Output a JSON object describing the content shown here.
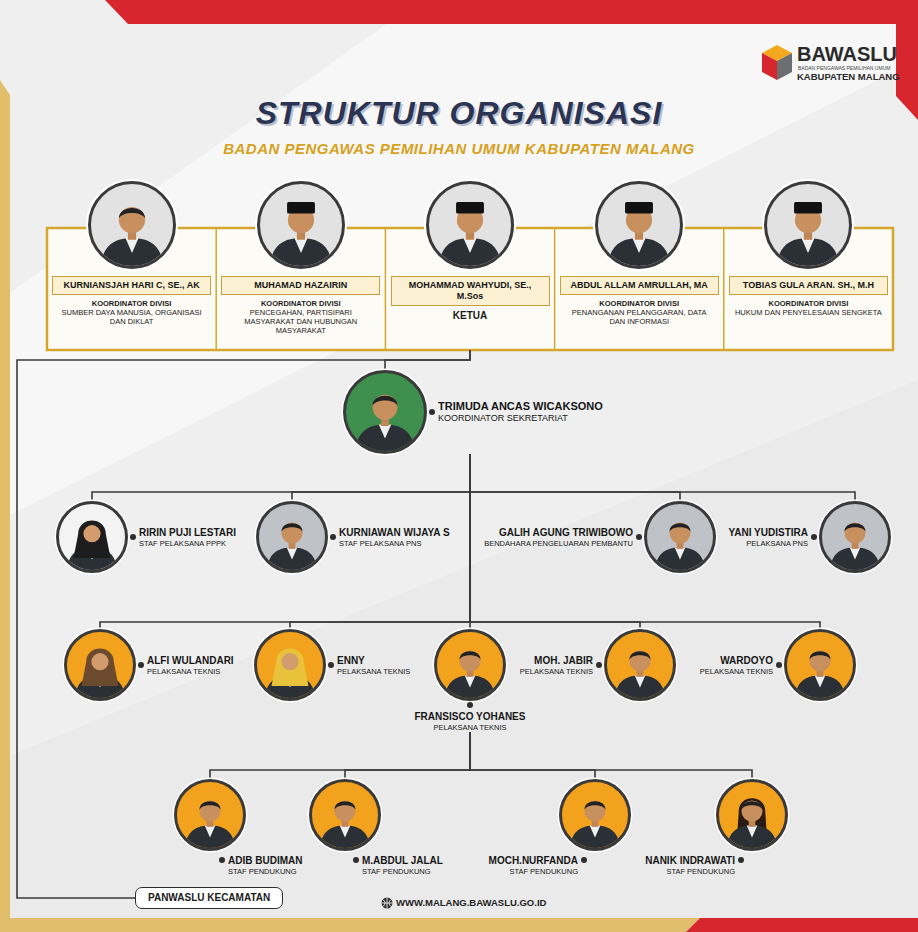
{
  "diagram": {
    "title": "STRUKTUR ORGANISASI",
    "nodes": [
      {
        "text": [
          "KURNIANSJAH HARI C, SE., AK",
          "KOORDINATOR DIVISI",
          "SUMBER DAYA MANUSIA, ORGANISASI DAN DIKLAT"
        ]
      },
      {
        "text": [
          "MUHAMAD HAZAIRIN",
          "KOORDINATOR DIVISI",
          "PENCEGAHAN, PARTISIPARI MASYARAKAT DAN HUBUNGAN MASYARAKAT"
        ]
      },
      {
        "text": [
          "MOHAMMAD WAHYUDI, SE., M.Sos",
          "KETUA"
        ]
      },
      {
        "text": [
          "ABDUL ALLAM AMRULLAH, MA",
          "KOORDINATOR DIVISI",
          "PENANGANAN PELANGGARAN, DATA DAN INFORMASI"
        ]
      },
      {
        "text": [
          "TOBIAS GULA ARAN. SH., M.H",
          "KOORDINATOR DIVISI",
          "HUKUM DAN PENYELESAIAN SENGKETA"
        ]
      },
      {
        "text": [
          "TRIMUDA ANCAS WICAKSONO",
          "KOORDINATOR SEKRETARIAT"
        ]
      },
      {
        "text": [
          "RIRIN PUJI LESTARI",
          "STAF PELAKSANA PPPK"
        ]
      },
      {
        "text": [
          "KURNIAWAN WIJAYA S",
          "STAF PELAKSANA PNS"
        ]
      },
      {
        "text": [
          "GALIH AGUNG TRIWIBOWO",
          "BENDAHARA PENGELUARAN PEMBANTU"
        ]
      },
      {
        "text": [
          "YANI YUDISTIRA",
          "PELAKSANA PNS"
        ]
      },
      {
        "text": [
          "ALFI WULANDARI",
          "PELAKSANA TEKNIS"
        ]
      },
      {
        "text": [
          "ENNY",
          "PELAKSANA TEKNIS"
        ]
      },
      {
        "text": [
          "FRANSISCO YOHANES",
          "PELAKSANA TEKNIS"
        ]
      },
      {
        "text": [
          "MOH. JABIR",
          "PELAKSANA TEKNIS"
        ]
      },
      {
        "text": [
          "WARDOYO",
          "PELAKSANA TEKNIS"
        ]
      },
      {
        "text": [
          "ADIB BUDIMAN",
          "STAF PENDUKUNG"
        ]
      },
      {
        "text": [
          "M.ABDUL JALAL",
          "STAF PENDUKUNG"
        ]
      },
      {
        "text": [
          "MOCH.NURFANDA",
          "STAF PENDUKUNG"
        ]
      },
      {
        "text": [
          "NANIK INDRAWATI",
          "STAF PENDUKUNG"
        ]
      },
      {
        "text": [
          "PANWASLU KECAMATAN"
        ]
      }
    ],
    "edges": [
      {
        "from": 2,
        "to": 5,
        "arrow": "none"
      },
      {
        "from": 2,
        "to": 19,
        "arrow": "none"
      },
      {
        "from": 5,
        "to": 6,
        "arrow": "none"
      },
      {
        "from": 5,
        "to": 7,
        "arrow": "none"
      },
      {
        "from": 5,
        "to": 8,
        "arrow": "none"
      },
      {
        "from": 5,
        "to": 9,
        "arrow": "none"
      },
      {
        "from": 5,
        "to": 10,
        "arrow": "none"
      },
      {
        "from": 5,
        "to": 11,
        "arrow": "none"
      },
      {
        "from": 5,
        "to": 12,
        "arrow": "none"
      },
      {
        "from": 5,
        "to": 13,
        "arrow": "none"
      },
      {
        "from": 5,
        "to": 14,
        "arrow": "none"
      },
      {
        "from": 12,
        "to": 15,
        "arrow": "none"
      },
      {
        "from": 12,
        "to": 16,
        "arrow": "none"
      },
      {
        "from": 12,
        "to": 17,
        "arrow": "none"
      },
      {
        "from": 12,
        "to": 18,
        "arrow": "none"
      }
    ],
    "labels": [
      "BADAN PENGAWAS PEMILIHAN UMUM KABUPATEN MALANG",
      "BAWASLU",
      "BADAN PENGAWAS PEMILIHAN UMUM",
      "KABUPATEN MALANG",
      "WWW.MALANG.BAWASLU.GO.ID"
    ]
  }
}
